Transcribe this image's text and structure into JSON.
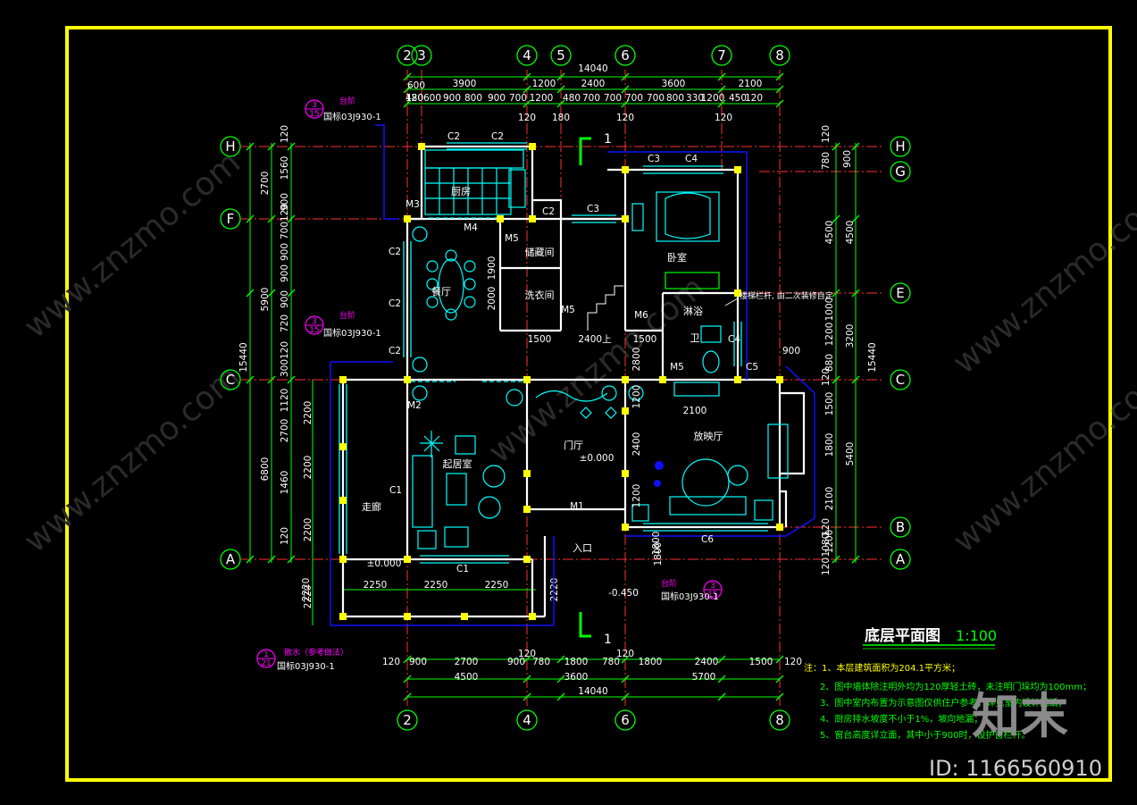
{
  "drawing": {
    "title": "底层平面图",
    "scale": "1:100",
    "section_mark": "1",
    "watermark_id": "ID: 1166560910",
    "watermark_brand": "知末",
    "watermark_site": "www.znzmo.com"
  },
  "axis_top": [
    "2",
    "3",
    "4",
    "5",
    "6",
    "7",
    "8"
  ],
  "axis_bottom": [
    "2",
    "4",
    "6",
    "8"
  ],
  "axis_left": [
    "H",
    "F",
    "C",
    "A"
  ],
  "axis_right": [
    "H",
    "G",
    "E",
    "C",
    "B",
    "A"
  ],
  "dims_top": {
    "total": "14040",
    "row1": [
      "3900",
      "1200",
      "2400",
      "3600",
      "2100"
    ],
    "row2": [
      "600",
      "120",
      "480",
      "600",
      "900",
      "800",
      "900",
      "700",
      "1200",
      "480",
      "700",
      "700",
      "700",
      "700",
      "800",
      "330",
      "1200",
      "450",
      "120"
    ],
    "row3": [
      "120",
      "180",
      "120",
      "120"
    ]
  },
  "dims_bottom": {
    "row1": [
      "120",
      "900",
      "2700",
      "900",
      "780",
      "1800",
      "780",
      "1800",
      "2400",
      "1500",
      "120"
    ],
    "row2": [
      "4500",
      "3600",
      "5700"
    ],
    "total": "14040",
    "gallery": [
      "2250",
      "2250",
      "2250"
    ],
    "misc": [
      "2220",
      "2220",
      "1800",
      "120",
      "120"
    ]
  },
  "dims_left": {
    "total": "15440",
    "row1": [
      "2700",
      "5900",
      "6800"
    ],
    "row2": [
      "120",
      "1560",
      "900",
      "120",
      "700",
      "900",
      "900",
      "900",
      "720",
      "120",
      "300",
      "1120",
      "2700",
      "1460",
      "120"
    ],
    "row3": [
      "2200",
      "2200",
      "2200",
      "2220"
    ]
  },
  "dims_right": {
    "total": "15440",
    "row1": [
      "4500",
      "3200",
      "5400"
    ],
    "row2": [
      "120",
      "780",
      "900",
      "4500",
      "1000",
      "1200",
      "880",
      "120",
      "1500",
      "1800",
      "2100",
      "1200",
      "120",
      "1080",
      "120"
    ]
  },
  "rooms": [
    "厨房",
    "餐厅",
    "储藏间",
    "洗衣间",
    "卧室",
    "淋浴",
    "卫",
    "起居室",
    "门厅",
    "放映厅",
    "走廊",
    "入口"
  ],
  "elevations": [
    "±0.000",
    "±0.000",
    "-0.450"
  ],
  "inner_dims": [
    "1900",
    "2000",
    "1500",
    "2400上",
    "1500",
    "2800",
    "1200",
    "2400",
    "1200",
    "2100",
    "1800",
    "900"
  ],
  "doors": [
    "M1",
    "M2",
    "M3",
    "M4",
    "M5",
    "M5",
    "M5",
    "M6"
  ],
  "windows": [
    "C1",
    "C1",
    "C2",
    "C2",
    "C2",
    "C2",
    "C2",
    "C2",
    "C3",
    "C3",
    "C4",
    "C4",
    "C5",
    "C6"
  ],
  "callouts": [
    {
      "num": "3",
      "sheet": "15",
      "label": "台阶",
      "ref": "国标03J930-1"
    },
    {
      "num": "3",
      "sheet": "15",
      "label": "台阶",
      "ref": "国标03J930-1"
    },
    {
      "num": "3",
      "sheet": "15",
      "label": "台阶",
      "ref": "国标03J930-1"
    },
    {
      "num": "1",
      "sheet": "21",
      "label": "散水（参考做法）",
      "ref": "国标03J930-1"
    }
  ],
  "stair_note": "楼梯栏杆, 由二次装修自定",
  "notes": [
    "注：1、本层建筑面积为204.1平方米；",
    "2、图中墙体除注明外均为120厚轻土砖，未注明门垛均为100mm；",
    "3、图中室内布置为示意图仅供住户参考，详见室内设计图纸；",
    "4、厨房排水坡度不小于1%，坡向地漏；",
    "5、窗台高度详立面，其中小于900时，设护窗栏杆。"
  ],
  "colors": {
    "background": "#000000",
    "frame": "#ffff00",
    "wall": "#ffffff",
    "axis": "#ff3030",
    "dimension": "#00ff00",
    "window": "#00ffff",
    "furniture": "#00ffff",
    "text": "#ffffff",
    "callout": "#ff00ff",
    "note": "#ffff00",
    "blue": "#1010ff"
  }
}
